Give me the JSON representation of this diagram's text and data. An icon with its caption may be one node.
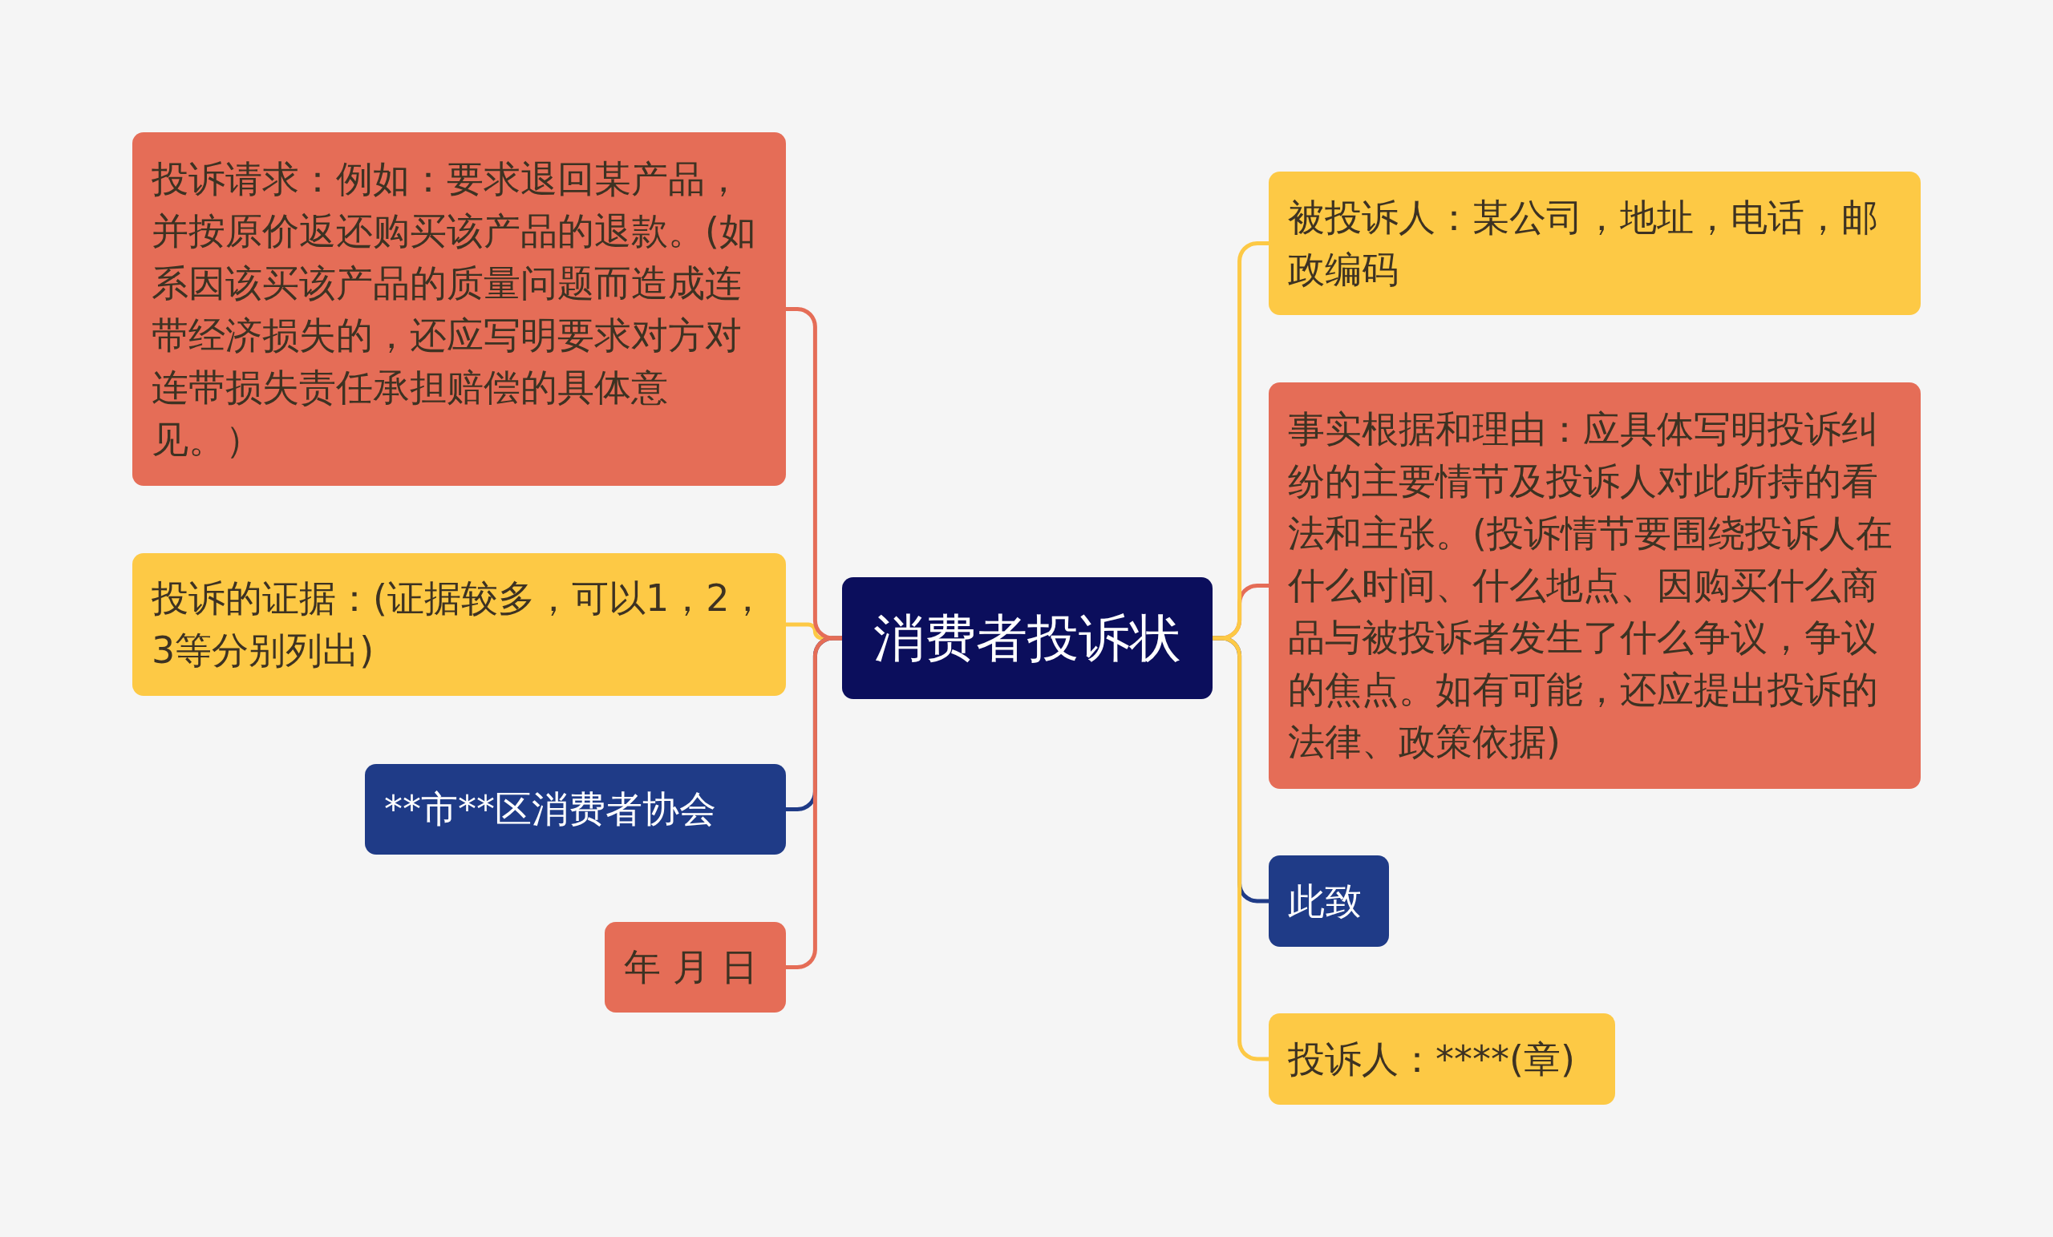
{
  "diagram": {
    "nodes": [
      {
        "text": [
          "消费者投诉状"
        ]
      },
      {
        "text": [
          "被投诉人：某公司，地址，电话，邮政编码"
        ]
      },
      {
        "text": [
          "事实根据和理由：应具体写明投诉纠纷的主要情节及投诉人对此所持的看法和主张。(投诉情节要围绕投诉人在什么时间、什么地点、因购买什么商品与被投诉者发生了什么争议，争议的焦点。如有可能，还应提出投诉的法律、政策依据)"
        ]
      },
      {
        "text": [
          "此致"
        ]
      },
      {
        "text": [
          "投诉人：****(章)"
        ]
      },
      {
        "text": [
          "投诉请求：例如：要求退回某产品，并按原价返还购买该产品的退款。(如系因该买该产品的质量问题而造成连带经济损失的，还应写明要求对方对连带损失责任承担赔偿的具体意见。）"
        ]
      },
      {
        "text": [
          "投诉的证据：(证据较多，可以1，2，3等分别列出)"
        ]
      },
      {
        "text": [
          "**市**区消费者协会"
        ]
      },
      {
        "text": [
          "年 月 日"
        ]
      }
    ],
    "edges": [
      {
        "from": 0,
        "to": 1,
        "arrow": "none",
        "color": "#fdc945"
      },
      {
        "from": 0,
        "to": 2,
        "arrow": "none",
        "color": "#e56d57"
      },
      {
        "from": 0,
        "to": 3,
        "arrow": "none",
        "color": "#1f3b87"
      },
      {
        "from": 0,
        "to": 4,
        "arrow": "none",
        "color": "#fdc945"
      },
      {
        "from": 0,
        "to": 5,
        "arrow": "none",
        "color": "#e56d57"
      },
      {
        "from": 0,
        "to": 6,
        "arrow": "none",
        "color": "#fdc945"
      },
      {
        "from": 0,
        "to": 7,
        "arrow": "none",
        "color": "#1f3b87"
      },
      {
        "from": 0,
        "to": 8,
        "arrow": "none",
        "color": "#e56d57"
      }
    ]
  }
}
